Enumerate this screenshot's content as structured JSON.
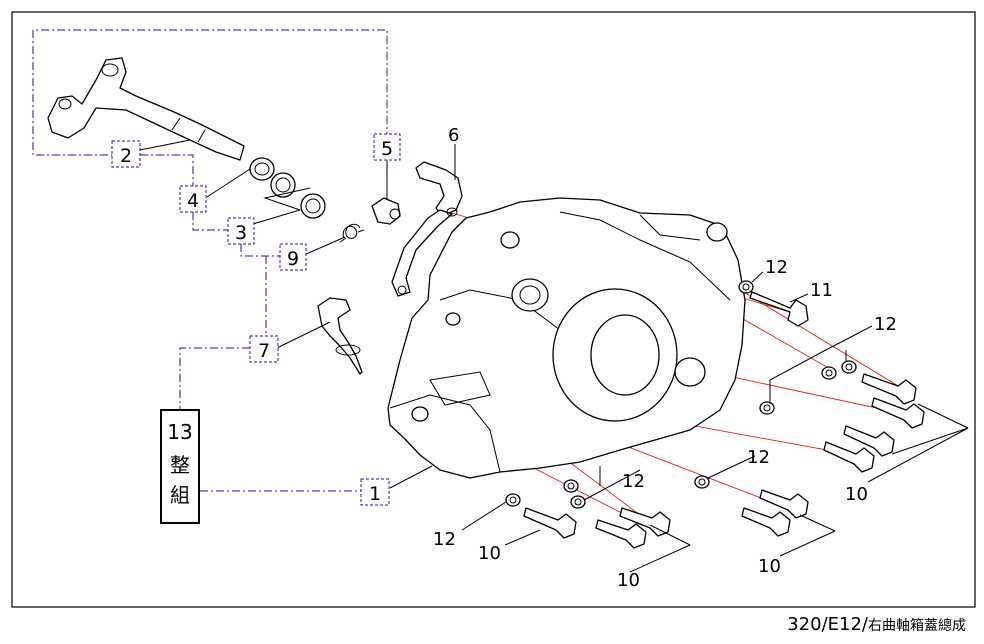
{
  "diagram": {
    "kit_box": {
      "number": "13",
      "label_line1": "整",
      "label_line2": "組"
    },
    "boxed_callouts": {
      "c1": "1",
      "c2": "2",
      "c3": "3",
      "c4": "4",
      "c5": "5",
      "c7": "7",
      "c9": "9"
    },
    "callouts": {
      "c6": "6",
      "c11": "11",
      "c12_a": "12",
      "c12_b": "12",
      "c12_c": "12",
      "c12_d": "12",
      "c12_e": "12",
      "c10_a": "10",
      "c10_b": "10",
      "c10_c": "10",
      "c10_d": "10"
    }
  },
  "caption": {
    "code": "320/E12/",
    "title": "右曲軸箱蓋總成"
  },
  "colors": {
    "frame": "#000000",
    "chain_line": "#1a1a8c",
    "center_line": "#e0201c"
  },
  "icons": [
    "crankcase-cover",
    "shift-lever",
    "bearing",
    "oil-seal",
    "spring",
    "oil-filler-plug",
    "flange-bolt",
    "washer"
  ]
}
